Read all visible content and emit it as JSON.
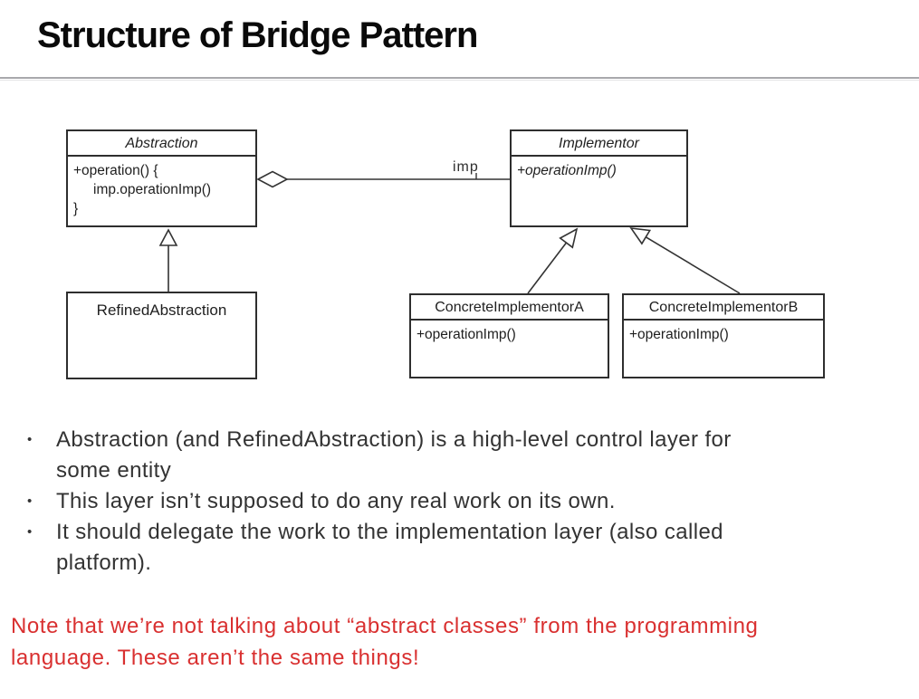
{
  "slide": {
    "title": "Structure of Bridge Pattern"
  },
  "diagram": {
    "abstraction": {
      "name": "Abstraction",
      "body_lines": [
        "+operation() {",
        "imp.operationImp()",
        "}"
      ]
    },
    "implementor": {
      "name": "Implementor",
      "body_lines": [
        "+operationImp()"
      ]
    },
    "refined_abstraction": {
      "name": "RefinedAbstraction"
    },
    "concrete_implementor_a": {
      "name": "ConcreteImplementorA",
      "body_lines": [
        "+operationImp()"
      ]
    },
    "concrete_implementor_b": {
      "name": "ConcreteImplementorB",
      "body_lines": [
        "+operationImp()"
      ]
    },
    "aggregation_label": "imp"
  },
  "bullet_marker": "•",
  "bullets": [
    {
      "lines": [
        "Abstraction (and RefinedAbstraction) is a high-level control layer for",
        "some entity"
      ]
    },
    {
      "lines": [
        "This layer isn’t supposed to do any real work on its own."
      ]
    },
    {
      "lines": [
        "It should delegate the work to the implementation layer (also called",
        "platform)."
      ]
    }
  ],
  "note": {
    "lines": [
      "Note that we’re not talking about “abstract classes” from the programming",
      "language. These aren’t the same things!"
    ]
  },
  "colors": {
    "note_red": "#d93030",
    "body_text": "#333333",
    "diagram_line": "#333333",
    "divider_gray": "#a8a8ac"
  }
}
